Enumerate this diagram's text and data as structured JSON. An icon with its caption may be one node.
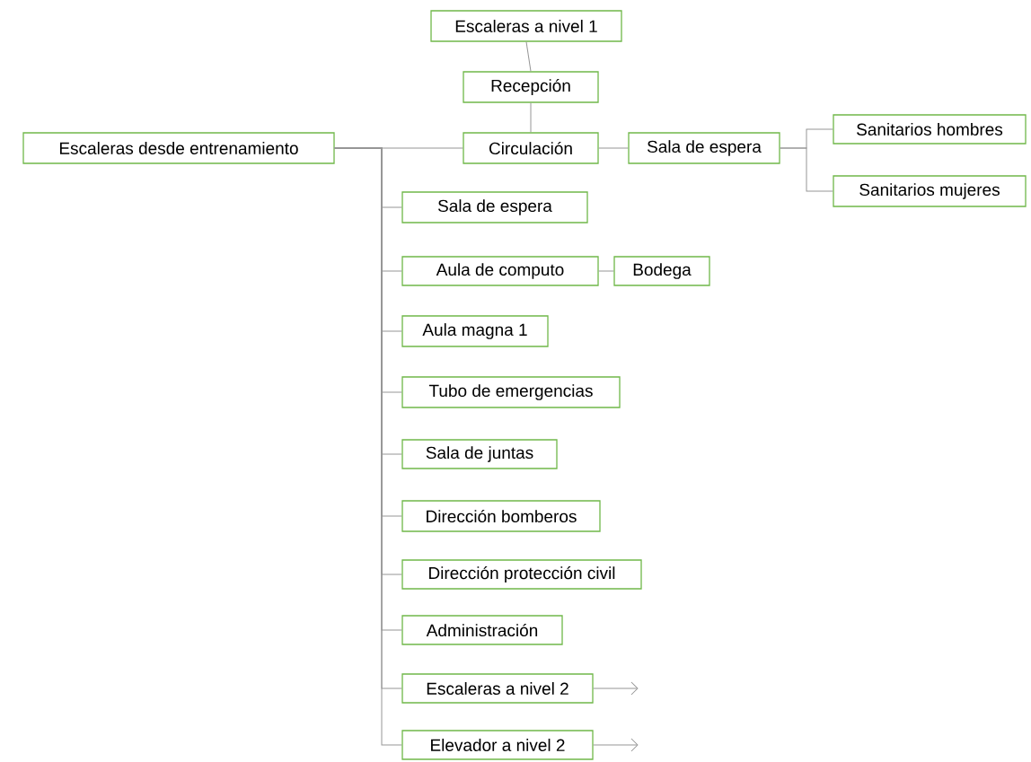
{
  "diagram": {
    "nodes": [
      {
        "text": [
          "Escaleras a nivel 1"
        ]
      },
      {
        "text": [
          "Recepción"
        ]
      },
      {
        "text": [
          "Escaleras desde entrenamiento"
        ]
      },
      {
        "text": [
          "Circulación"
        ]
      },
      {
        "text": [
          "Sala de espera"
        ]
      },
      {
        "text": [
          "Sanitarios hombres"
        ]
      },
      {
        "text": [
          "Sanitarios mujeres"
        ]
      },
      {
        "text": [
          "Sala de espera"
        ]
      },
      {
        "text": [
          "Aula de computo"
        ]
      },
      {
        "text": [
          "Bodega"
        ]
      },
      {
        "text": [
          "Aula magna 1"
        ]
      },
      {
        "text": [
          "Tubo de emergencias"
        ]
      },
      {
        "text": [
          "Sala de juntas"
        ]
      },
      {
        "text": [
          "Dirección bomberos"
        ]
      },
      {
        "text": [
          "Dirección protección civil"
        ]
      },
      {
        "text": [
          "Administración"
        ]
      },
      {
        "text": [
          "Escaleras a nivel 2"
        ]
      },
      {
        "text": [
          "Elevador a nivel 2"
        ]
      }
    ],
    "edges": [
      {
        "from": 0,
        "to": 1,
        "arrow": "none"
      },
      {
        "from": 1,
        "to": 3,
        "arrow": "none"
      },
      {
        "from": 2,
        "to": 3,
        "arrow": "none"
      },
      {
        "from": 3,
        "to": 4,
        "arrow": "none"
      },
      {
        "from": 4,
        "to": 5,
        "arrow": "none"
      },
      {
        "from": 4,
        "to": 6,
        "arrow": "none"
      },
      {
        "from": 2,
        "to": 7,
        "arrow": "none"
      },
      {
        "from": 2,
        "to": 8,
        "arrow": "none"
      },
      {
        "from": 8,
        "to": 9,
        "arrow": "none"
      },
      {
        "from": 2,
        "to": 10,
        "arrow": "none"
      },
      {
        "from": 2,
        "to": 11,
        "arrow": "none"
      },
      {
        "from": 2,
        "to": 12,
        "arrow": "none"
      },
      {
        "from": 2,
        "to": 13,
        "arrow": "none"
      },
      {
        "from": 2,
        "to": 14,
        "arrow": "none"
      },
      {
        "from": 2,
        "to": 15,
        "arrow": "none"
      },
      {
        "from": 2,
        "to": 16,
        "arrow": "none"
      },
      {
        "from": 2,
        "to": 17,
        "arrow": "none"
      },
      {
        "from": 16,
        "to": null,
        "arrow": "to"
      },
      {
        "from": 17,
        "to": null,
        "arrow": "to"
      }
    ]
  }
}
